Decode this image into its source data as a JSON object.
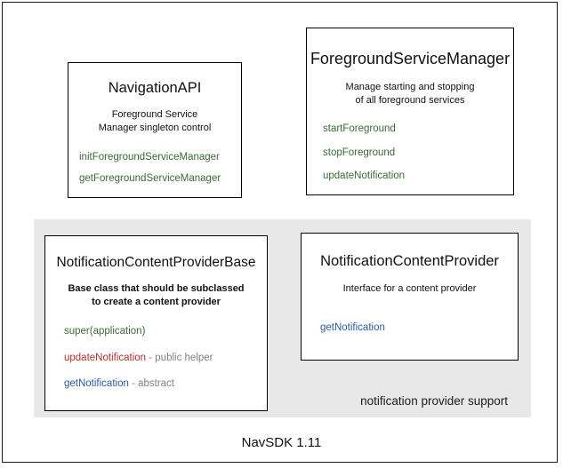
{
  "diagram": {
    "footer": "NavSDK 1.11",
    "group": {
      "label": "notification provider support",
      "background": "#e8e8e8"
    },
    "colors": {
      "green": "#3a6b35",
      "red": "#b03030",
      "blue": "#2c5aa0",
      "gray": "#808080",
      "border": "#000000"
    },
    "cards": [
      {
        "title": "NavigationAPI",
        "desc_line1": "Foreground Service",
        "desc_line2": "Manager singleton control",
        "members": [
          {
            "name": "initForegroundServiceManager",
            "note": ""
          },
          {
            "name": "getForegroundServiceManager",
            "note": ""
          }
        ]
      },
      {
        "title": "ForegroundServiceManager",
        "desc_line1": "Manage starting and stopping",
        "desc_line2": "of all foreground services",
        "members": [
          {
            "name": "startForeground",
            "note": ""
          },
          {
            "name": "stopForeground",
            "note": ""
          },
          {
            "name": "updateNotification",
            "note": ""
          }
        ]
      },
      {
        "title": "NotificationContentProviderBase",
        "desc_line1": "Base class that should be subclassed",
        "desc_line2": "to create a content provider",
        "members": [
          {
            "name": "super(application)",
            "note": ""
          },
          {
            "name": "updateNotification",
            "note": " - public helper"
          },
          {
            "name": "getNotification",
            "note": " - abstract"
          }
        ]
      },
      {
        "title": "NotificationContentProvider",
        "desc_line1": "Interface for a content provider",
        "desc_line2": "",
        "members": [
          {
            "name": "getNotification",
            "note": ""
          }
        ]
      }
    ]
  }
}
